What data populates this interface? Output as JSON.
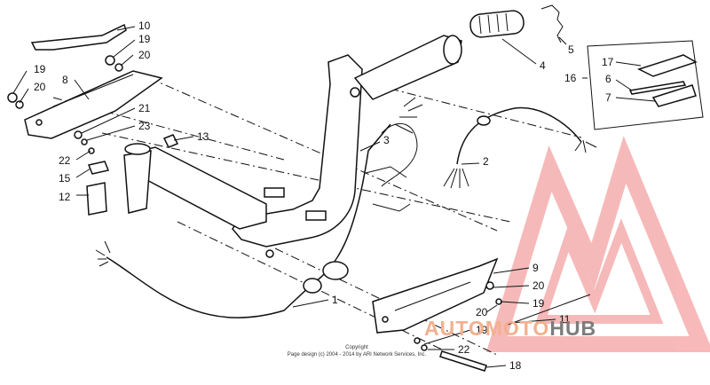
{
  "diagram": {
    "callouts": [
      {
        "id": "c10",
        "text": "10"
      },
      {
        "id": "c19a",
        "text": "19"
      },
      {
        "id": "c20a",
        "text": "20"
      },
      {
        "id": "c19b",
        "text": "19"
      },
      {
        "id": "c20b",
        "text": "20"
      },
      {
        "id": "c8",
        "text": "8"
      },
      {
        "id": "c21",
        "text": "21"
      },
      {
        "id": "c23",
        "text": "23"
      },
      {
        "id": "c22a",
        "text": "22"
      },
      {
        "id": "c15",
        "text": "15"
      },
      {
        "id": "c12",
        "text": "12"
      },
      {
        "id": "c13",
        "text": "13"
      },
      {
        "id": "c3",
        "text": "3"
      },
      {
        "id": "c2",
        "text": "2"
      },
      {
        "id": "c4",
        "text": "4"
      },
      {
        "id": "c5",
        "text": "5"
      },
      {
        "id": "c16",
        "text": "16"
      },
      {
        "id": "c17",
        "text": "17"
      },
      {
        "id": "c6",
        "text": "6"
      },
      {
        "id": "c7",
        "text": "7"
      },
      {
        "id": "c1",
        "text": "1"
      },
      {
        "id": "c9",
        "text": "9"
      },
      {
        "id": "c20c",
        "text": "20"
      },
      {
        "id": "c19c",
        "text": "19"
      },
      {
        "id": "c20d",
        "text": "20"
      },
      {
        "id": "c11",
        "text": "11"
      },
      {
        "id": "c19d",
        "text": "19"
      },
      {
        "id": "c22b",
        "text": "22"
      },
      {
        "id": "c18",
        "text": "18"
      }
    ]
  },
  "copyright": {
    "line1": "Copyright",
    "line2": "Page design (c) 2004 - 2014 by ARI Network Services, Inc."
  },
  "watermark": {
    "part1": "AUTOMOTO",
    "part2": "HUB",
    "colors": {
      "triangle": "#f08080",
      "text_light": "#f3b08e",
      "text_dark": "#7c7c7c"
    }
  }
}
